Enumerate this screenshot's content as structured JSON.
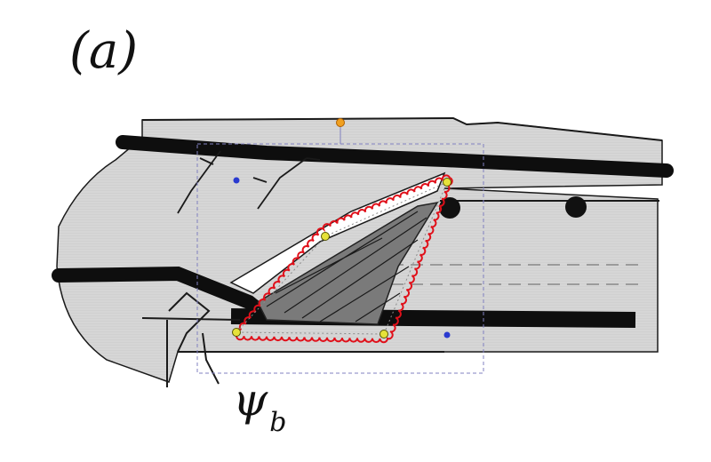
{
  "figure": {
    "panel_label": "(a)",
    "angle_symbol": "ψ",
    "angle_subscript": "b"
  },
  "colors": {
    "background": "#ffffff",
    "concrete": "#d6d6d6",
    "outline": "#1a1a1a",
    "rebar": "#0e0e0e",
    "crack_zone": "#7a7a7a",
    "selection_outline": "#e0101a",
    "selection_box": "#8080c0",
    "handle_yellow": "#e6e23a",
    "handle_orange": "#f0a020",
    "handle_blue": "#2a3ad0"
  }
}
